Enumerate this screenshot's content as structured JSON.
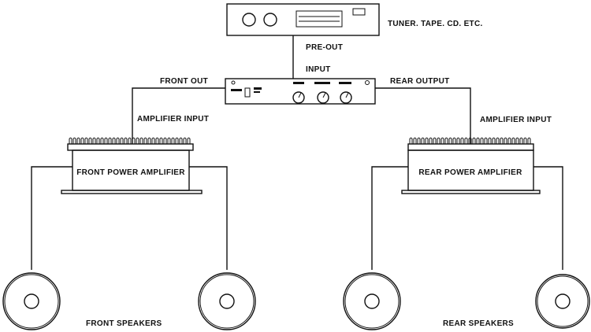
{
  "labels": {
    "source": "TUNER. TAPE. CD. ETC.",
    "pre_out": "PRE-OUT",
    "input": "INPUT",
    "front_out": "FRONT OUT",
    "rear_output": "REAR OUTPUT",
    "amp_input_left": "AMPLIFIER INPUT",
    "amp_input_right": "AMPLIFIER INPUT",
    "front_amp": "FRONT POWER AMPLIFIER",
    "rear_amp": "REAR POWER AMPLIFIER",
    "front_speakers": "FRONT SPEAKERS",
    "rear_speakers": "REAR SPEAKERS"
  },
  "colors": {
    "line": "#111111",
    "background": "#ffffff"
  }
}
